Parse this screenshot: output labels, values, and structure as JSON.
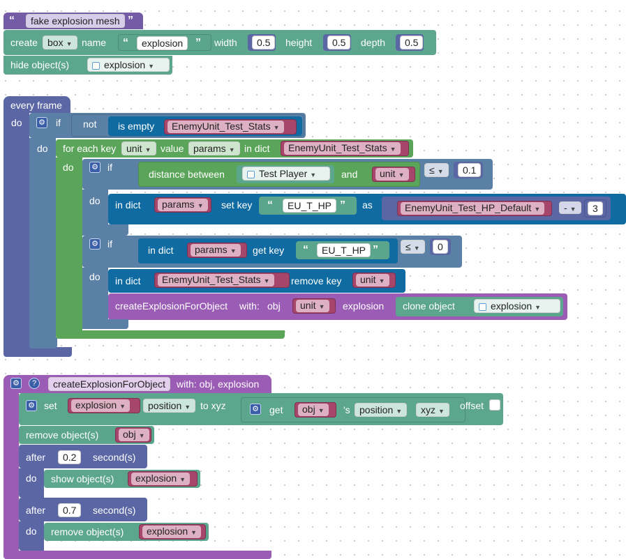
{
  "comment_block": {
    "text": "fake explosion mesh"
  },
  "create_block": {
    "create": "create",
    "shape": "box",
    "name_label": "name",
    "name_value": "explosion",
    "width_label": "width",
    "width": "0.5",
    "height_label": "height",
    "height": "0.5",
    "depth_label": "depth",
    "depth": "0.5"
  },
  "hide_block": {
    "label": "hide object(s)",
    "object": "explosion"
  },
  "every_frame": {
    "label": "every frame",
    "do": "do",
    "if_label": "if",
    "not_label": "not",
    "is_empty": "is empty",
    "dict_stats": "EnemyUnit_Test_Stats",
    "do2": "do",
    "foreach": {
      "prefix": "for each key",
      "key_var": "unit",
      "value_label": "value",
      "value_var": "params",
      "in_dict": "in dict",
      "dict": "EnemyUnit_Test_Stats",
      "do": "do"
    },
    "if1": {
      "if": "if",
      "distance": "distance between",
      "player": "Test Player",
      "and": "and",
      "unit": "unit",
      "op": "≤",
      "threshold": "0.1",
      "do": "do",
      "in_dict": "in dict",
      "params": "params",
      "set_key": "set key",
      "key": "EU_T_HP",
      "as": "as",
      "default": "EnemyUnit_Test_HP_Default",
      "minus": "-",
      "amount": "3"
    },
    "if2": {
      "if": "if",
      "in_dict": "in dict",
      "params": "params",
      "get_key": "get key",
      "key": "EU_T_HP",
      "op": "≤",
      "value": "0",
      "do": "do",
      "in_dict2": "in dict",
      "dict": "EnemyUnit_Test_Stats",
      "remove_key": "remove key",
      "unit": "unit",
      "call": "createExplosionForObject",
      "with": "with:",
      "obj_label": "obj",
      "obj_val": "unit",
      "expl_label": "explosion",
      "clone": "clone object",
      "clone_target": "explosion"
    }
  },
  "function_def": {
    "name": "createExplosionForObject",
    "params_text": "with: obj, explosion",
    "set": "set",
    "set_var": "explosion",
    "position": "position",
    "to_xyz": "to xyz",
    "get": "get",
    "get_obj": "obj",
    "possessive": "'s",
    "get_prop": "position",
    "xyz": "xyz",
    "offset": "offset",
    "remove": "remove object(s)",
    "remove_obj": "obj",
    "after1": {
      "after": "after",
      "delay": "0.2",
      "seconds": "second(s)",
      "do": "do",
      "action": "show object(s)",
      "target": "explosion"
    },
    "after2": {
      "after": "after",
      "delay": "0.7",
      "seconds": "second(s)",
      "do": "do",
      "action": "remove object(s)",
      "target": "explosion"
    }
  },
  "colors": {
    "event": "#5b67a5",
    "logic": "#5b80a5",
    "loop": "#5ba55b",
    "dict": "#0f6ba1",
    "variable": "#a5466a",
    "procedure": "#9a5cb5",
    "text": "#5ba58c"
  }
}
